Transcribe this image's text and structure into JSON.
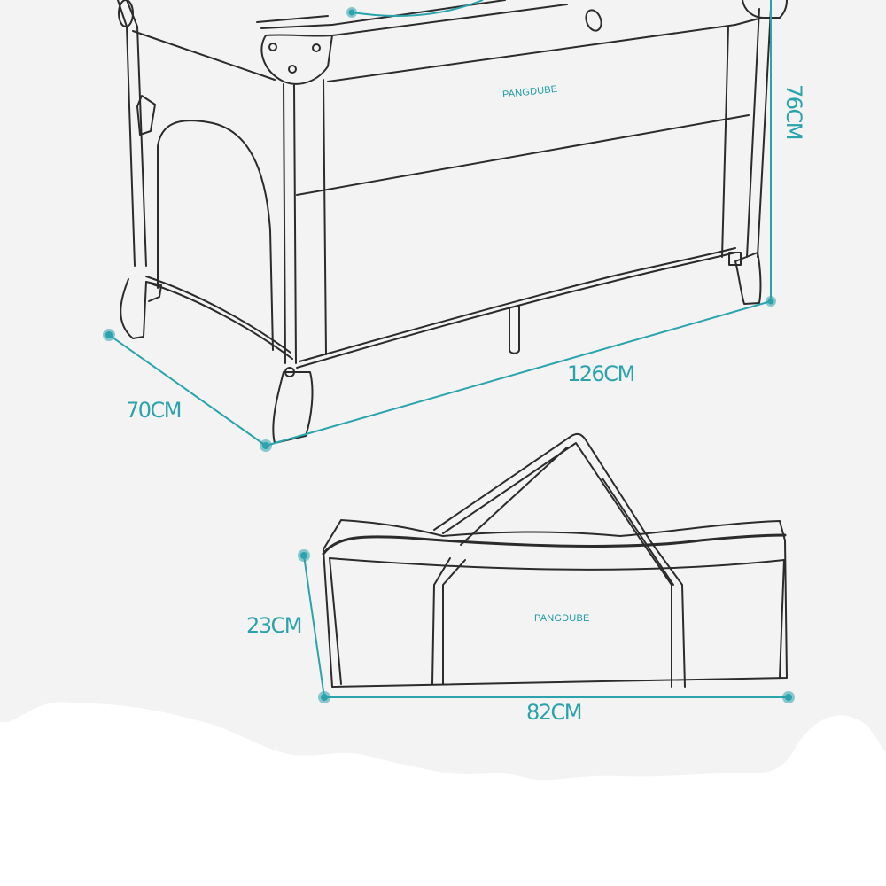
{
  "colors": {
    "background_top": "#f4f3f3",
    "background_bottom": "#ffffff",
    "line": "#2b2b2b",
    "accent": "#2aa3ad"
  },
  "crib": {
    "brand": "PANGDUBE",
    "dimensions": {
      "height": "76CM",
      "length": "126CM",
      "width": "70CM"
    }
  },
  "bag": {
    "brand": "PANGDUBE",
    "dimensions": {
      "height": "23CM",
      "length": "82CM"
    }
  }
}
